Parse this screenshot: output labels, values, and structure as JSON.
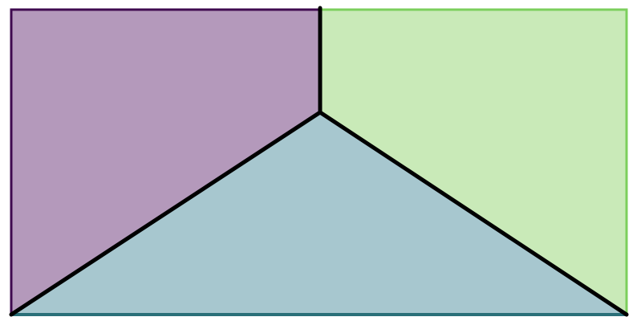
{
  "regions": [
    {
      "id": "region-left",
      "fill": "#b499bb",
      "edge": "#3f0a4f"
    },
    {
      "id": "region-right",
      "fill": "#c9eab8",
      "edge": "#7ccf5c"
    },
    {
      "id": "region-bottom",
      "fill": "#a7c7cf",
      "edge": "#2a6f78"
    }
  ],
  "divider_color": "#000000"
}
